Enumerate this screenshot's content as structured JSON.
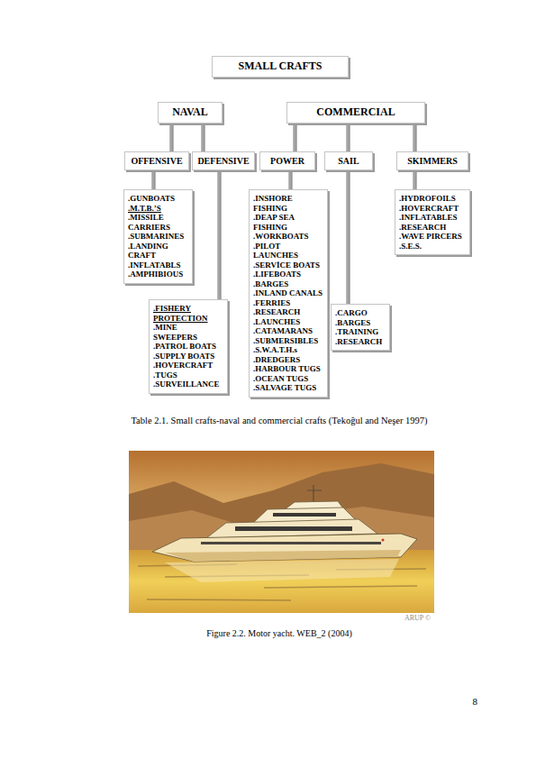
{
  "diagram": {
    "caption": "Table 2.1. Small crafts-naval and commercial crafts (Tekoğul and Neşer 1997)",
    "nodes": [
      {
        "text": [
          "SMALL CRAFTS"
        ]
      },
      {
        "text": [
          "NAVAL"
        ]
      },
      {
        "text": [
          "COMMERCIAL"
        ]
      },
      {
        "text": [
          "OFFENSIVE"
        ]
      },
      {
        "text": [
          "DEFENSIVE"
        ]
      },
      {
        "text": [
          "POWER"
        ]
      },
      {
        "text": [
          "SAIL"
        ]
      },
      {
        "text": [
          "SKIMMERS"
        ]
      },
      {
        "text": [
          ".GUNBOATS",
          ".M.T.B.’S",
          ".MISSILE CARRIERS",
          ".SUBMARINES",
          ".LANDING CRAFT",
          ".INFLATABLS",
          ".AMPHIBIOUS"
        ]
      },
      {
        "text": [
          ".FISHERY PROTECTION",
          ".MINE SWEEPERS",
          ".PATROL BOATS",
          ".SUPPLY BOATS",
          ".HOVERCRAFT",
          ".TUGS",
          ".SURVEILLANCE"
        ]
      },
      {
        "text": [
          ".INSHORE FISHING",
          ".DEAP SEA FISHING",
          ".WORKBOATS",
          ".PILOT LAUNCHES",
          ".SERVİCE BOATS",
          ".LIFEBOATS",
          ".BARGES",
          ".INLAND CANALS",
          ".FERRIES",
          ".RESEARCH",
          ".LAUNCHES",
          ".CATAMARANS",
          ".SUBMERSIBLES",
          ".S.W.A.T.H.s",
          ".DREDGERS",
          ".HARBOUR TUGS",
          ".OCEAN TUGS",
          ".SALVAGE TUGS"
        ]
      },
      {
        "text": [
          ".CARGO",
          ".BARGES",
          ".TRAINING",
          ".RESEARCH"
        ]
      },
      {
        "text": [
          ".HYDROFOILS",
          ".HOVERCRAFT",
          ".INFLATABLES",
          ".RESEARCH",
          ".WAVE PIRCERS",
          ".S.E.S."
        ]
      }
    ],
    "edges": [
      {
        "from": 1,
        "to": 3,
        "arrow": "none"
      },
      {
        "from": 1,
        "to": 4,
        "arrow": "none"
      },
      {
        "from": 2,
        "to": 5,
        "arrow": "none"
      },
      {
        "from": 2,
        "to": 6,
        "arrow": "none"
      },
      {
        "from": 2,
        "to": 7,
        "arrow": "none"
      },
      {
        "from": 3,
        "to": 8,
        "arrow": "none"
      },
      {
        "from": 4,
        "to": 9,
        "arrow": "none"
      },
      {
        "from": 5,
        "to": 10,
        "arrow": "none"
      },
      {
        "from": 6,
        "to": 11,
        "arrow": "none"
      },
      {
        "from": 7,
        "to": 12,
        "arrow": "none"
      }
    ],
    "labels": [
      "ARUP ©",
      "Figure 2.2. Motor yacht. WEB_2 (2004)",
      "8"
    ]
  }
}
